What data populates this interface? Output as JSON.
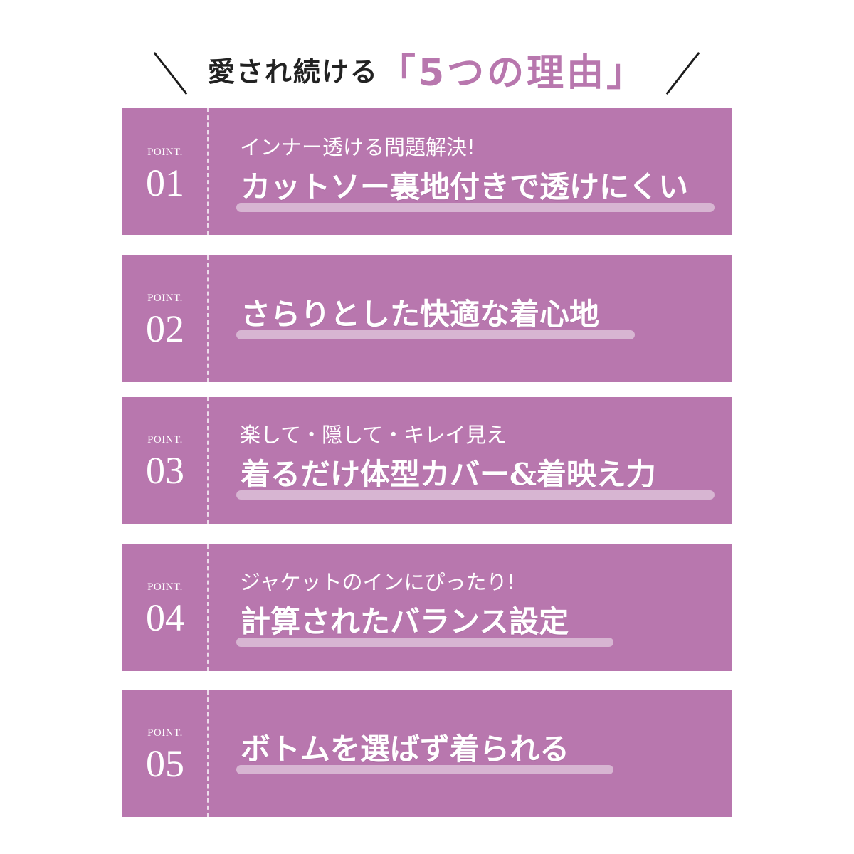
{
  "colors": {
    "panel": "#b877ae",
    "accent": "#b877ae",
    "heading_text": "#222222",
    "brush": "#d8b8d4"
  },
  "heading": {
    "main": "愛され続ける",
    "accent": "「5つの理由」"
  },
  "points": [
    {
      "label": "POINT.",
      "number": "01",
      "subtitle": "インナー透ける問題解決!",
      "title": "カットソー裏地付きで透けにくい"
    },
    {
      "label": "POINT.",
      "number": "02",
      "subtitle": "",
      "title": "さらりとした快適な着心地"
    },
    {
      "label": "POINT.",
      "number": "03",
      "subtitle": "楽して・隠して・キレイ見え",
      "title": "着るだけ体型カバー&着映え力"
    },
    {
      "label": "POINT.",
      "number": "04",
      "subtitle": "ジャケットのインにぴったり!",
      "title": "計算されたバランス設定"
    },
    {
      "label": "POINT.",
      "number": "05",
      "subtitle": "",
      "title": "ボトムを選ばず着られる"
    }
  ]
}
